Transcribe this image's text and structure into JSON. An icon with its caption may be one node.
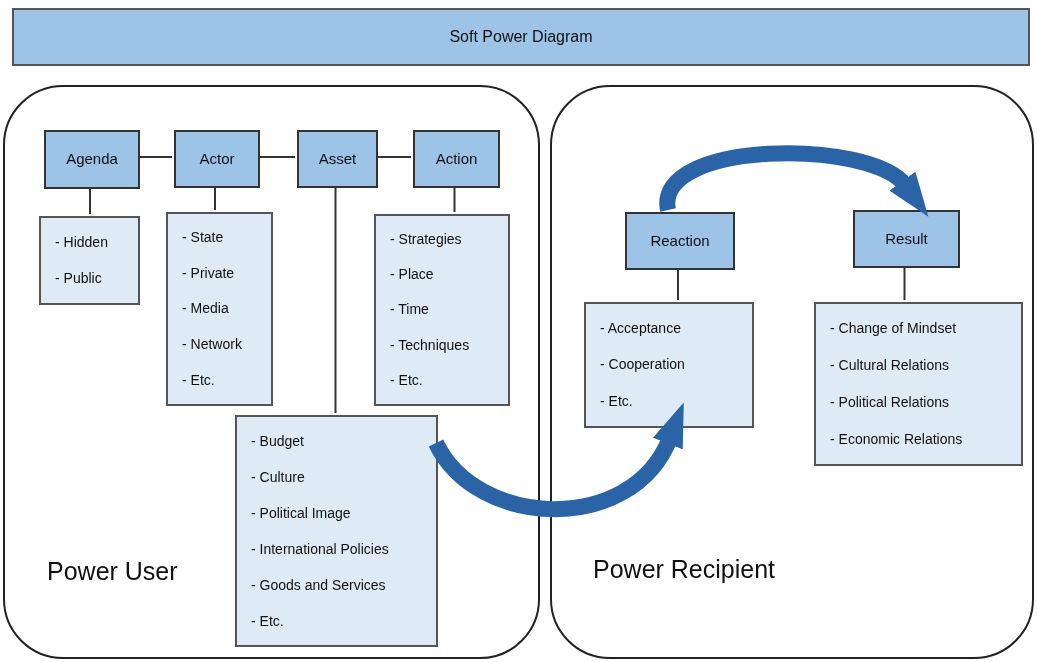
{
  "diagram": {
    "title": "Soft Power Diagram",
    "nodes": [
      {
        "text": [
          "Power User"
        ]
      },
      {
        "text": [
          "Agenda"
        ],
        "in": 0
      },
      {
        "text": [
          "Actor"
        ],
        "in": 0
      },
      {
        "text": [
          "Asset"
        ],
        "in": 0
      },
      {
        "text": [
          "Action"
        ],
        "in": 0
      },
      {
        "text": [
          "- Hidden",
          "- Public"
        ],
        "in": 0
      },
      {
        "text": [
          "- State",
          "- Private",
          "- Media",
          "- Network",
          "- Etc."
        ],
        "in": 0
      },
      {
        "text": [
          "- Budget",
          "- Culture",
          "- Political Image",
          "- International Policies",
          "- Goods and Services",
          "- Etc."
        ],
        "in": 0
      },
      {
        "text": [
          "- Strategies",
          "- Place",
          "- Time",
          "- Techniques",
          "- Etc."
        ],
        "in": 0
      },
      {
        "text": [
          "Power Recipient"
        ]
      },
      {
        "text": [
          "Reaction"
        ],
        "in": 9
      },
      {
        "text": [
          "Result"
        ],
        "in": 9
      },
      {
        "text": [
          "- Acceptance",
          "- Cooperation",
          "- Etc."
        ],
        "in": 9
      },
      {
        "text": [
          "- Change of Mindset",
          "- Cultural Relations",
          "- Political Relations",
          "- Economic Relations"
        ],
        "in": 9
      }
    ],
    "edges": [
      {
        "from": 1,
        "to": 2,
        "arrow": "none"
      },
      {
        "from": 2,
        "to": 3,
        "arrow": "none"
      },
      {
        "from": 3,
        "to": 4,
        "arrow": "none"
      },
      {
        "from": 1,
        "to": 5,
        "arrow": "none"
      },
      {
        "from": 2,
        "to": 6,
        "arrow": "none"
      },
      {
        "from": 3,
        "to": 7,
        "arrow": "none"
      },
      {
        "from": 4,
        "to": 8,
        "arrow": "none"
      },
      {
        "from": 10,
        "to": 12,
        "arrow": "none"
      },
      {
        "from": 11,
        "to": 13,
        "arrow": "none"
      },
      {
        "from": 7,
        "to": 12,
        "arrow": "to",
        "style": "thick",
        "color": "#2a63a6"
      },
      {
        "from": 10,
        "to": 11,
        "arrow": "to",
        "style": "thick",
        "color": "#2a63a6"
      }
    ]
  }
}
